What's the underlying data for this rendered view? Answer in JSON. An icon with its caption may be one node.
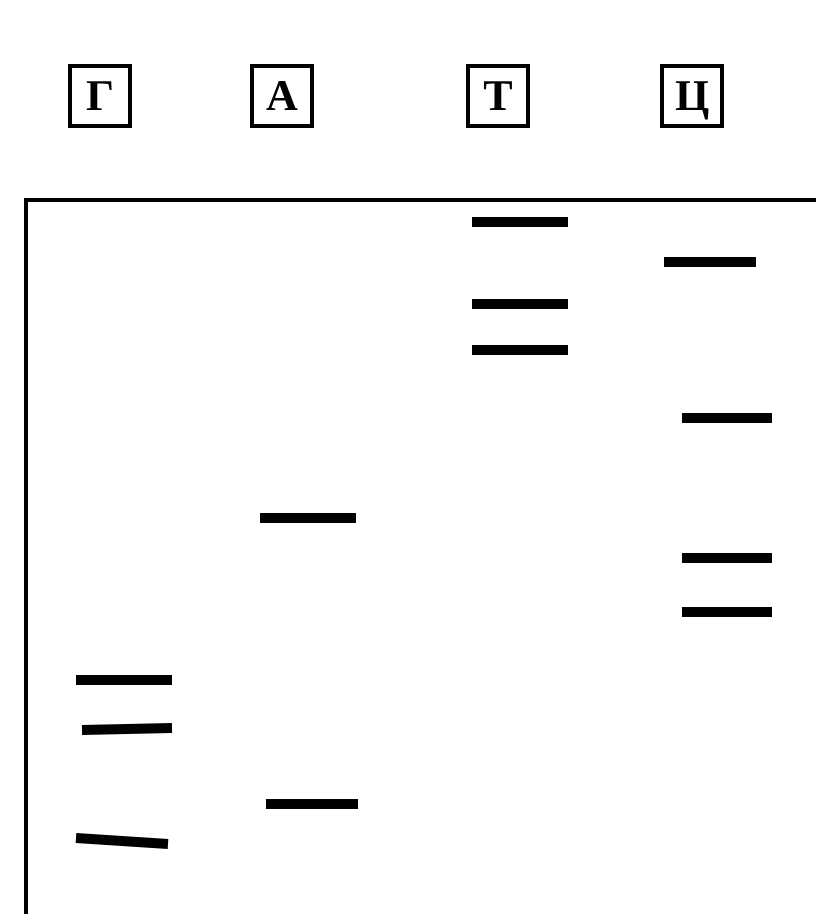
{
  "diagram": {
    "nodes": [
      {
        "text": [
          "Г"
        ]
      },
      {
        "text": [
          "А"
        ]
      },
      {
        "text": [
          "Т"
        ]
      },
      {
        "text": [
          "Ц"
        ]
      }
    ]
  }
}
